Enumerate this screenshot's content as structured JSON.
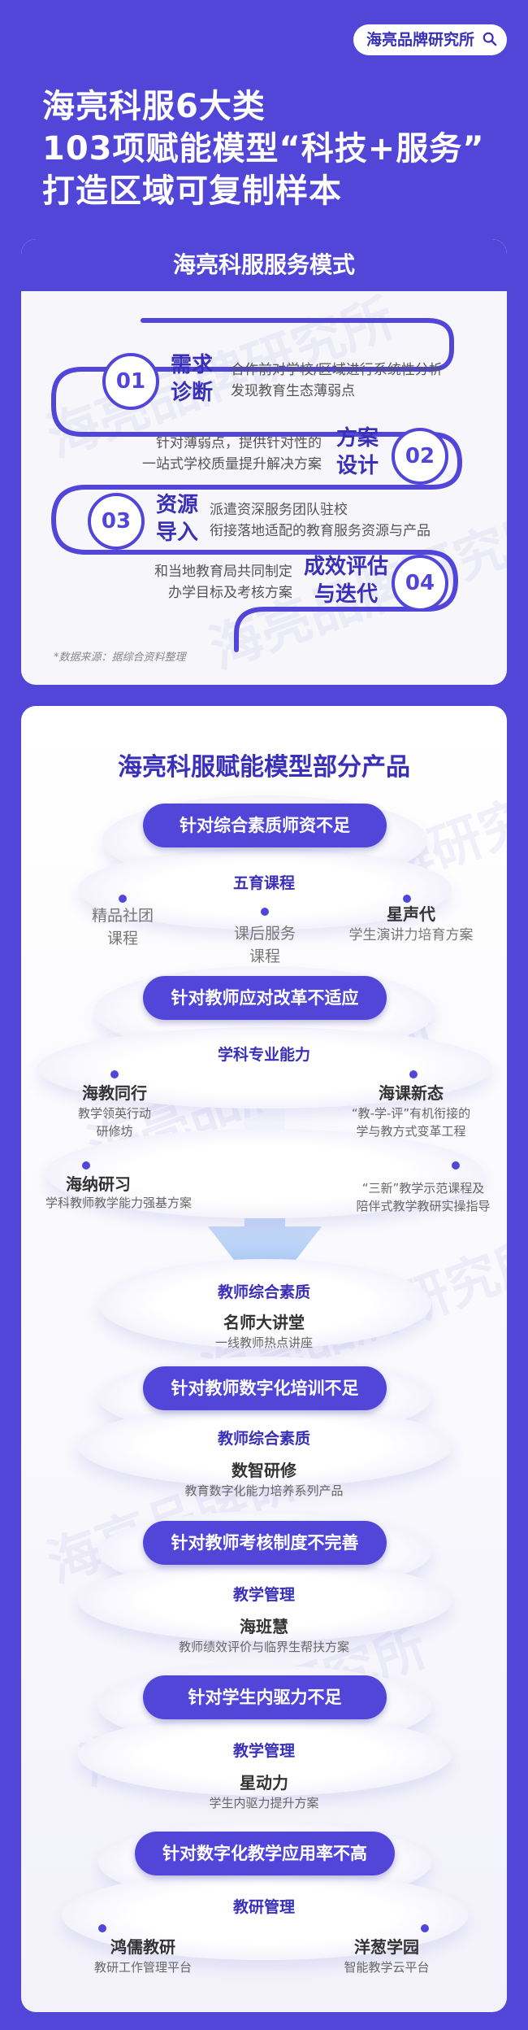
{
  "tag": {
    "label": "海亮品牌研究所"
  },
  "headline": {
    "line1": "海亮科服6大类",
    "line2": "103项赋能模型“科技+服务”",
    "line3": "打造区域可复制样本"
  },
  "service_model": {
    "title": "海亮科服服务模式",
    "watermark": "海亮品牌研究所",
    "steps": [
      {
        "num": "01",
        "title1": "需求",
        "title2": "诊断",
        "desc1": "合作前对学校/区域进行系统性分析",
        "desc2": "发现教育生态薄弱点"
      },
      {
        "num": "02",
        "title1": "方案",
        "title2": "设计",
        "desc1": "针对薄弱点，提供针对性的",
        "desc2": "一站式学校质量提升解决方案"
      },
      {
        "num": "03",
        "title1": "资源",
        "title2": "导入",
        "desc1": "派遣资深服务团队驻校",
        "desc2": "衔接落地适配的教育服务资源与产品"
      },
      {
        "num": "04",
        "title1": "成效评估",
        "title2": "与迭代",
        "desc1": "和当地教育局共同制定",
        "desc2": "办学目标及考核方案"
      }
    ],
    "source": "*数据来源：据综合资料整理"
  },
  "products": {
    "title": "海亮科服赋能模型部分产品",
    "watermark": "海亮品牌研究所",
    "tier1": {
      "problem": "针对综合素质师资不足",
      "category": "五育课程",
      "items": [
        {
          "line1": "精品社团",
          "line2": "课程"
        },
        {
          "line1": "课后服务",
          "line2": "课程"
        },
        {
          "name": "星声代",
          "desc": "学生演讲力培育方案"
        }
      ]
    },
    "tier2": {
      "problem": "针对教师应对改革不适应",
      "category": "学科专业能力",
      "items": [
        {
          "name": "海教同行",
          "desc1": "教学领英行动",
          "desc2": "研修坊"
        },
        {
          "name": "海课新态",
          "desc1": "“教-学-评”有机衔接的",
          "desc2": "学与教方式变革工程"
        },
        {
          "name": "海纳研习",
          "desc1": "学科教师教学能力强基方案"
        },
        {
          "desc1": "“三新”教学示范课程及",
          "desc2": "陪伴式教学教研实操指导"
        }
      ]
    },
    "tier3": {
      "category": "教师综合素质",
      "name": "名师大讲堂",
      "desc": "一线教师热点讲座"
    },
    "tier4": {
      "problem": "针对教师数字化培训不足",
      "category": "教师综合素质",
      "name": "数智研修",
      "desc": "教育数字化能力培养系列产品"
    },
    "tier5": {
      "problem": "针对教师考核制度不完善",
      "category": "教学管理",
      "name": "海班慧",
      "desc": "教师绩效评价与临界生帮扶方案"
    },
    "tier6": {
      "problem": "针对学生内驱力不足",
      "category": "教学管理",
      "name": "星动力",
      "desc": "学生内驱力提升方案"
    },
    "tier7": {
      "problem": "针对数字化教学应用率不高",
      "category": "教研管理",
      "items": [
        {
          "name": "鸿儒教研",
          "desc": "教研工作管理平台"
        },
        {
          "name": "洋葱学园",
          "desc": "智能教学云平台"
        }
      ]
    }
  },
  "colors": {
    "brand": "#5246d9",
    "brand_dark": "#3a2fb8",
    "card": "#ffffff"
  }
}
